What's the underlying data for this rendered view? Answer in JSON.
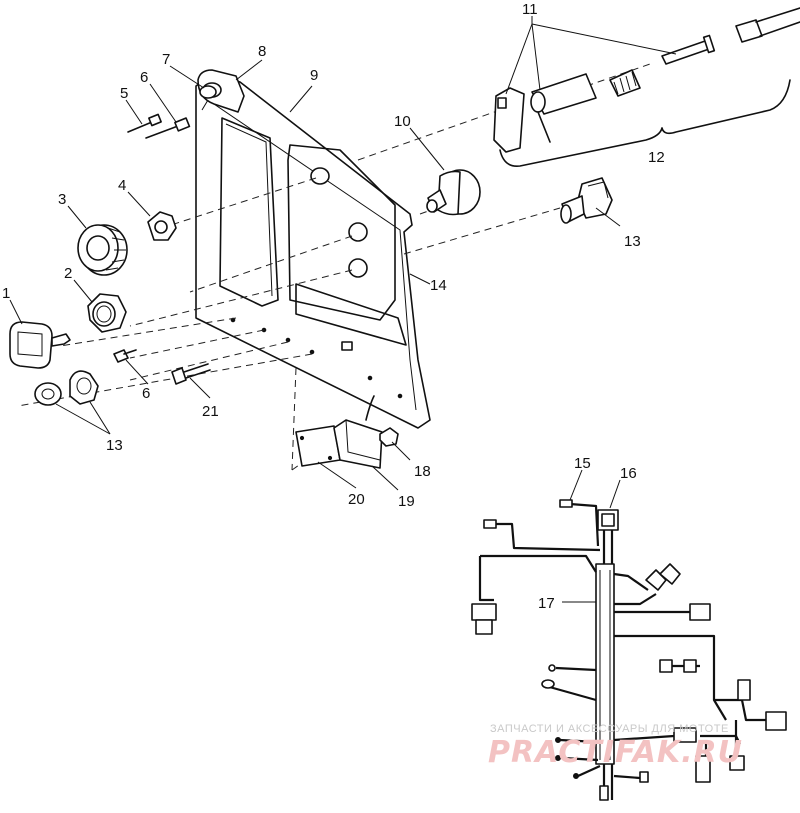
{
  "diagram": {
    "callouts": [
      {
        "id": "c1",
        "label": "1"
      },
      {
        "id": "c2",
        "label": "2"
      },
      {
        "id": "c3",
        "label": "3"
      },
      {
        "id": "c4",
        "label": "4"
      },
      {
        "id": "c5",
        "label": "5"
      },
      {
        "id": "c6a",
        "label": "6"
      },
      {
        "id": "c6b",
        "label": "6"
      },
      {
        "id": "c7",
        "label": "7"
      },
      {
        "id": "c8",
        "label": "8"
      },
      {
        "id": "c9",
        "label": "9"
      },
      {
        "id": "c10",
        "label": "10"
      },
      {
        "id": "c11",
        "label": "11"
      },
      {
        "id": "c12",
        "label": "12"
      },
      {
        "id": "c13a",
        "label": "13"
      },
      {
        "id": "c13b",
        "label": "13"
      },
      {
        "id": "c14",
        "label": "14"
      },
      {
        "id": "c15",
        "label": "15"
      },
      {
        "id": "c16",
        "label": "16"
      },
      {
        "id": "c17",
        "label": "17"
      },
      {
        "id": "c18",
        "label": "18"
      },
      {
        "id": "c19",
        "label": "19"
      },
      {
        "id": "c20",
        "label": "20"
      },
      {
        "id": "c21",
        "label": "21"
      }
    ]
  },
  "watermark": {
    "caption": "ЗАПЧАСТИ И АКСЕССУАРЫ ДЛЯ МОТОТЕ",
    "logo": "PRACTIFAK.RU",
    "color": "#f3c2c2"
  }
}
